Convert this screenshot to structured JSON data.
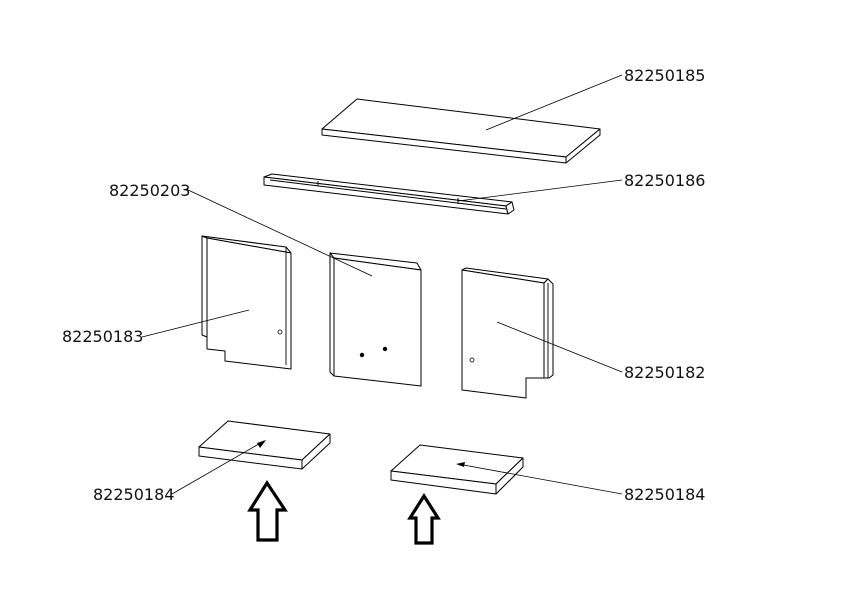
{
  "part_numbers": {
    "top_plate": "82250185",
    "rail": "82250186",
    "back_panel": "82250203",
    "left_panel": "82250183",
    "right_panel": "82250182",
    "base_left": "82250184",
    "base_right": "82250184"
  },
  "colors": {
    "line": "#000000",
    "background": "#ffffff"
  },
  "icons": [
    "up-arrow-icon",
    "up-arrow-icon"
  ]
}
